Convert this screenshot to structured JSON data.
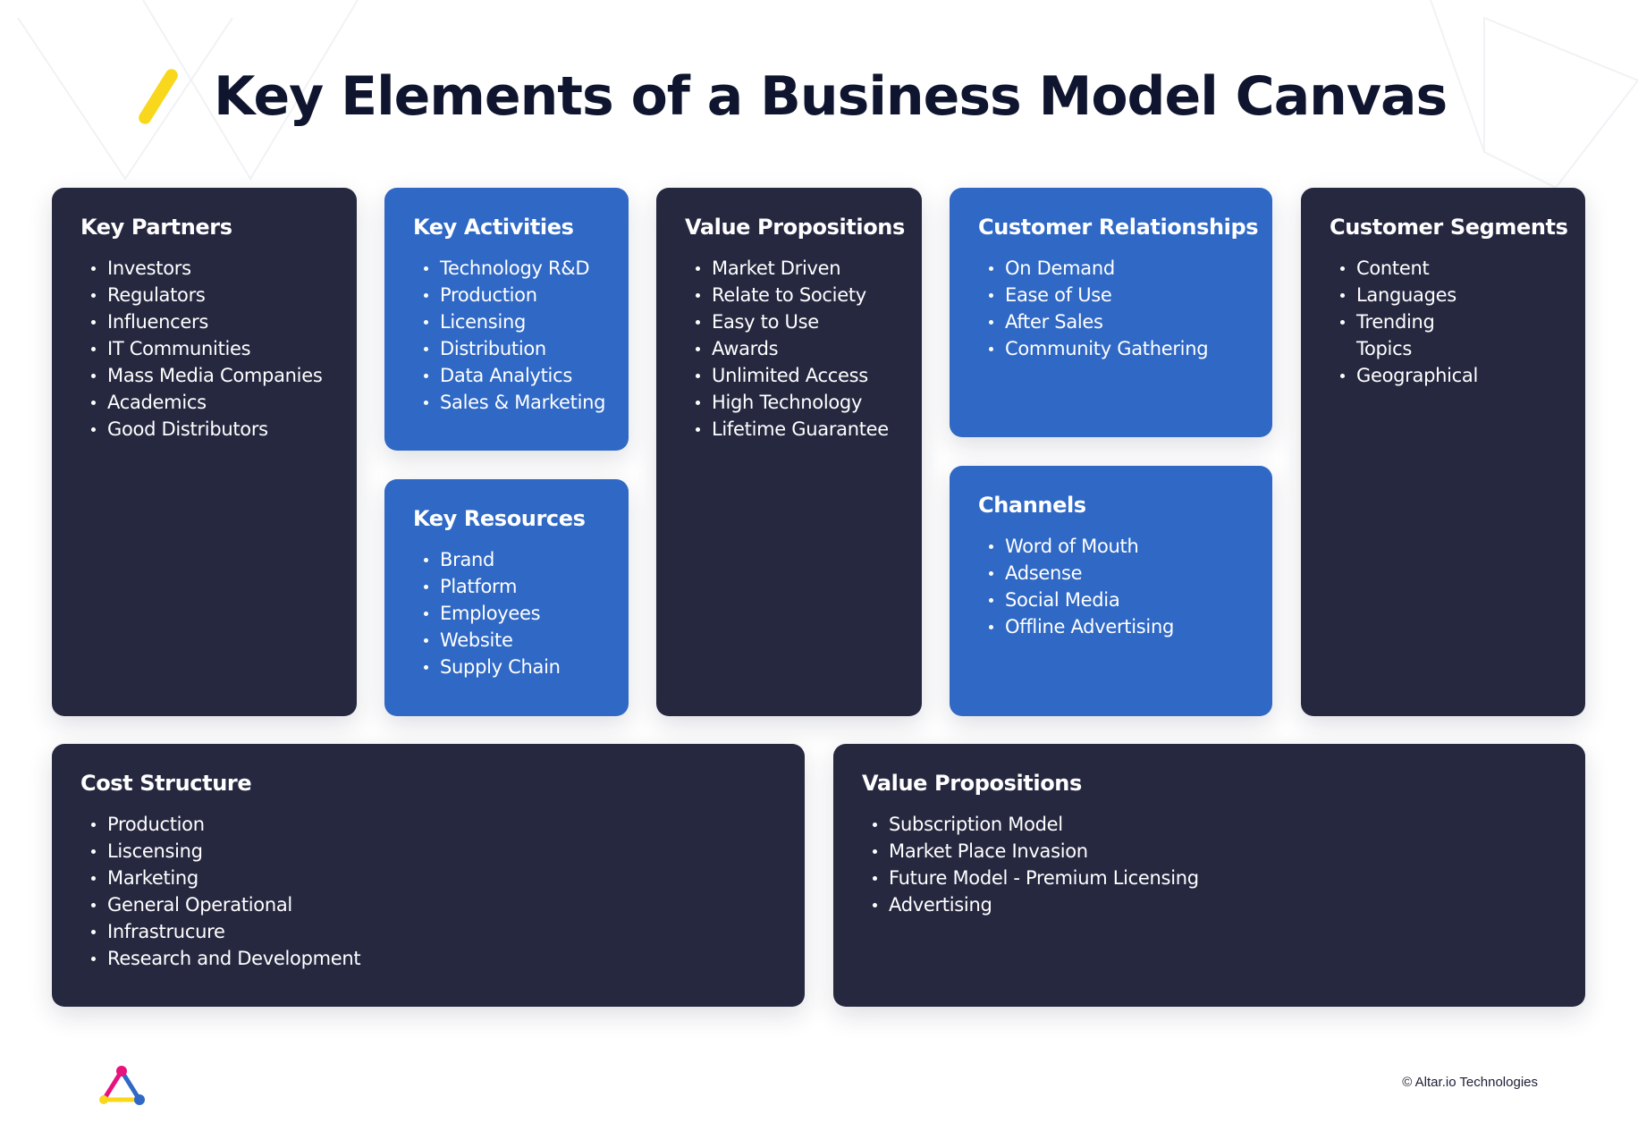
{
  "title": "Key Elements of a Business Model Canvas",
  "colors": {
    "dark_card": "#262840",
    "blue_card": "#2f68c5",
    "accent": "#f9d71c",
    "title_text": "#10152f"
  },
  "cards": {
    "key_partners": {
      "title": "Key Partners",
      "items": [
        "Investors",
        "Regulators",
        "Influencers",
        "IT Communities",
        "Mass Media Companies",
        "Academics",
        "Good Distributors"
      ]
    },
    "key_activities": {
      "title": "Key Activities",
      "items": [
        "Technology R&D",
        "Production",
        "Licensing",
        "Distribution",
        "Data Analytics",
        "Sales & Marketing"
      ]
    },
    "key_resources": {
      "title": "Key Resources",
      "items": [
        "Brand",
        "Platform",
        "Employees",
        "Website",
        "Supply Chain"
      ]
    },
    "value_propositions": {
      "title": "Value Propositions",
      "items": [
        "Market Driven",
        "Relate to Society",
        "Easy to Use",
        "Awards",
        "Unlimited Access",
        "High Technology",
        "Lifetime Guarantee"
      ]
    },
    "customer_relationships": {
      "title": "Customer Relationships",
      "items": [
        "On Demand",
        "Ease of Use",
        "After Sales",
        "Community Gathering"
      ]
    },
    "channels": {
      "title": "Channels",
      "items": [
        "Word of Mouth",
        "Adsense",
        "Social Media",
        "Offline Advertising"
      ]
    },
    "customer_segments": {
      "title": "Customer Segments",
      "items": [
        "Content",
        "Languages",
        "Trending\nTopics",
        "Geographical"
      ]
    },
    "cost_structure": {
      "title": "Cost Structure",
      "items": [
        "Production",
        "Liscensing",
        "Marketing",
        "General Operational",
        "Infrastrucure",
        "Research and Development"
      ]
    },
    "revenue_streams": {
      "title": "Value Propositions",
      "items": [
        "Subscription Model",
        "Market Place Invasion",
        "Future Model - Premium Licensing",
        "Advertising"
      ]
    }
  },
  "footer": {
    "copyright": "© Altar.io Technologies",
    "logo_icon": "altar-triangle-logo-icon"
  }
}
